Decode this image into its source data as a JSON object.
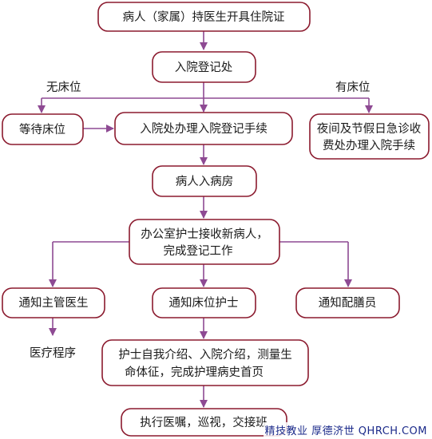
{
  "nodes": {
    "start": "病人（家属）持医生开具住院证",
    "admission_office": "入院登记处",
    "wait_bed": "等待床位",
    "office_register": "入院处办理入院登记手续",
    "night_holiday_1": "夜间及节假日急诊收",
    "night_holiday_2": "费处办理入院手续",
    "enter_ward": "病人入病房",
    "nurse_receive_1": "办公室护士接收新病人，",
    "nurse_receive_2": "完成登记工作",
    "notify_doctor": "通知主管医生",
    "notify_bed_nurse": "通知床位护士",
    "notify_meal": "通知配膳员",
    "medical_procedure": "医疗程序",
    "nurse_intro_1": "护士自我介绍、入院介绍，测量生",
    "nurse_intro_2": "命体征，完成护理病史首页",
    "execute_orders": "执行医嘱，巡视，交接班"
  },
  "edge_labels": {
    "no_bed": "无床位",
    "has_bed": "有床位"
  },
  "watermark": "精技教业 厚德济世 QHRCH.COM",
  "colors": {
    "box_border": "#8b1a2e",
    "connector": "#8e4a93"
  }
}
